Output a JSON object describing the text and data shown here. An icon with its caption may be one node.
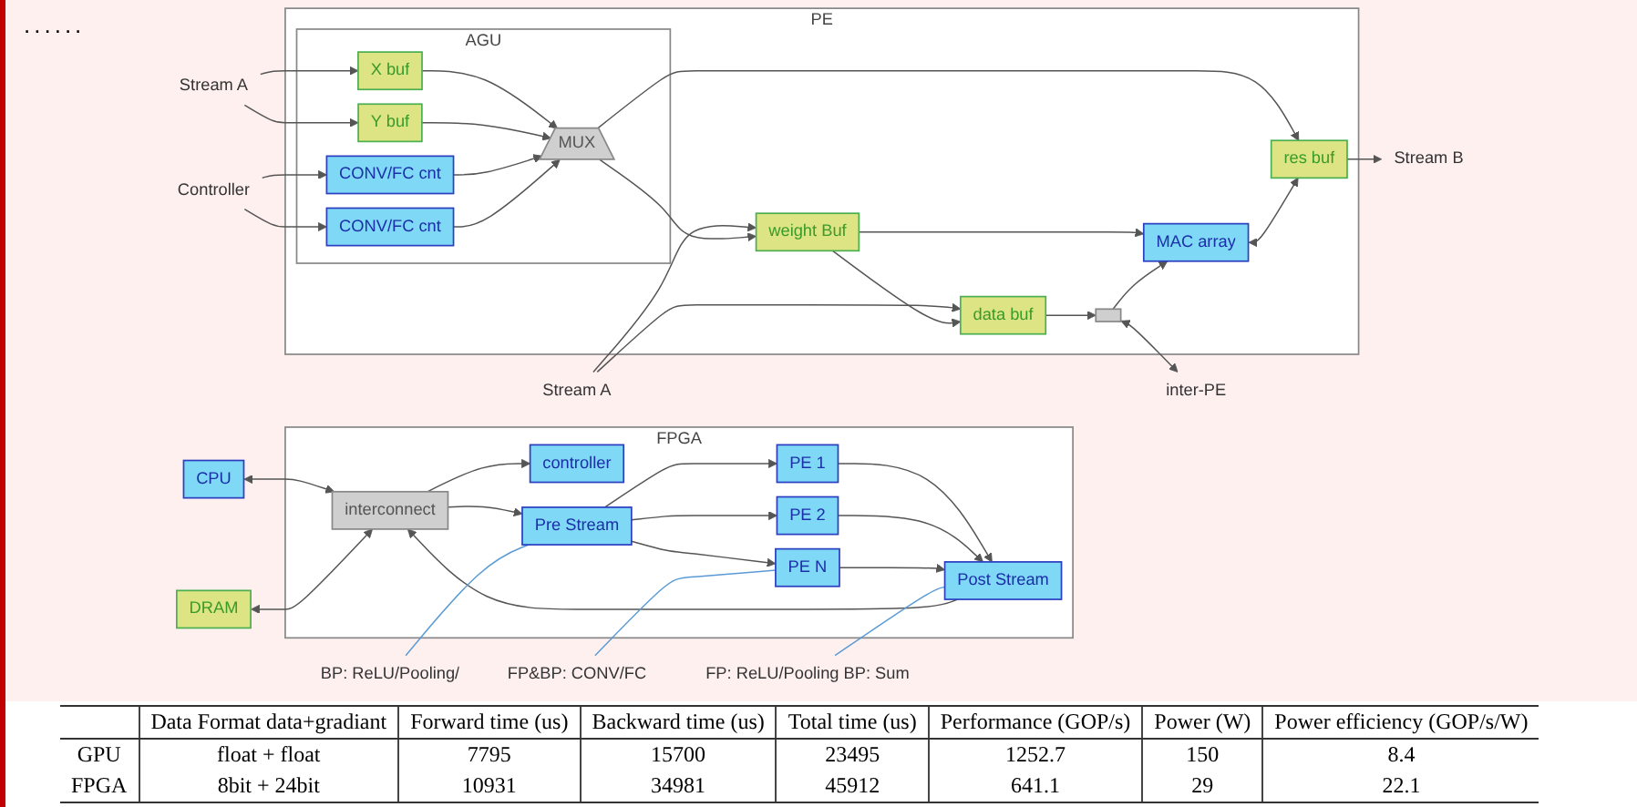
{
  "diagram": {
    "nodes": [
      {
        "text": [
          "CPU"
        ]
      },
      {
        "text": [
          "DRAM"
        ]
      },
      {
        "text": [
          "FPGA"
        ]
      },
      {
        "text": [
          "interconnect"
        ],
        "in": 2
      },
      {
        "text": [
          "controller"
        ],
        "in": 2
      },
      {
        "text": [
          "Pre Stream"
        ],
        "in": 2
      },
      {
        "text": [
          "Post Stream"
        ],
        "in": 2
      },
      {
        "text": [
          "PE 1"
        ],
        "in": 2
      },
      {
        "text": [
          "PE 2"
        ],
        "in": 2
      },
      {
        "text": [
          "PE N"
        ],
        "in": 2
      },
      {
        "text": [
          "BP: ReLU/Pooling/"
        ]
      },
      {
        "text": [
          "FP: ReLU/Pooling BP: Sum"
        ]
      },
      {
        "text": [
          "FP&BP: CONV/FC"
        ]
      },
      {
        "text": [
          "Stream A"
        ]
      },
      {
        "text": [
          "PE"
        ]
      },
      {
        "text": [
          "AGU"
        ],
        "in": 14
      },
      {
        "text": [
          "X buf"
        ],
        "in": 15
      },
      {
        "text": [
          "Y buf"
        ],
        "in": 15
      },
      {
        "text": [
          "CONV/FC cnt"
        ],
        "in": 15
      },
      {
        "text": [
          "CONV/FC cnt"
        ],
        "in": 15
      },
      {
        "text": [
          "MUX"
        ],
        "in": 15
      },
      {
        "text": [
          "weight Buf"
        ],
        "in": 14
      },
      {
        "text": [
          "data buf"
        ],
        "in": 14
      },
      {
        "text": [],
        "shape": "box",
        "in": 14
      },
      {
        "text": [
          "MAC array"
        ],
        "in": 14
      },
      {
        "text": [
          "res buf"
        ],
        "in": 14
      },
      {
        "text": [
          "Stream A"
        ]
      },
      {
        "text": [
          "Controller"
        ]
      },
      {
        "text": [
          "inter-PE"
        ]
      },
      {
        "text": [
          "Stream B"
        ]
      }
    ],
    "edges": [
      {
        "from": 0,
        "to": 3,
        "arrow": "both"
      },
      {
        "from": 1,
        "to": 3,
        "arrow": "both"
      },
      {
        "from": 3,
        "to": 4,
        "arrow": "to"
      },
      {
        "from": 3,
        "to": 5,
        "arrow": "to"
      },
      {
        "from": 6,
        "to": 3,
        "arrow": "to"
      },
      {
        "from": 5,
        "to": 7,
        "arrow": "to"
      },
      {
        "from": 5,
        "to": 8,
        "arrow": "to"
      },
      {
        "from": 5,
        "to": 9,
        "arrow": "to"
      },
      {
        "from": 7,
        "to": 6,
        "arrow": "to"
      },
      {
        "from": 8,
        "to": 6,
        "arrow": "to"
      },
      {
        "from": 9,
        "to": 6,
        "arrow": "to"
      },
      {
        "from": 10,
        "to": 5,
        "arrow": "none",
        "color": "#5b9bd5"
      },
      {
        "from": 11,
        "to": 6,
        "arrow": "none",
        "color": "#5b9bd5"
      },
      {
        "from": 12,
        "to": 9,
        "arrow": "none",
        "color": "#5b9bd5"
      },
      {
        "from": 13,
        "to": 21,
        "arrow": "to"
      },
      {
        "from": 13,
        "to": 22,
        "arrow": "to"
      },
      {
        "from": 26,
        "to": 16,
        "arrow": "to"
      },
      {
        "from": 26,
        "to": 17,
        "arrow": "to"
      },
      {
        "from": 27,
        "to": 18,
        "arrow": "to"
      },
      {
        "from": 27,
        "to": 19,
        "arrow": "to"
      },
      {
        "from": 16,
        "to": 20,
        "arrow": "to"
      },
      {
        "from": 17,
        "to": 20,
        "arrow": "to"
      },
      {
        "from": 18,
        "to": 20,
        "arrow": "to"
      },
      {
        "from": 19,
        "to": 20,
        "arrow": "to"
      },
      {
        "from": 20,
        "to": 21,
        "arrow": "to"
      },
      {
        "from": 20,
        "to": 25,
        "arrow": "to"
      },
      {
        "from": 21,
        "to": 22,
        "arrow": "to"
      },
      {
        "from": 21,
        "to": 24,
        "arrow": "to"
      },
      {
        "from": 22,
        "to": 23,
        "arrow": "to"
      },
      {
        "from": 23,
        "to": 24,
        "arrow": "to"
      },
      {
        "from": 23,
        "to": 28,
        "arrow": "both"
      },
      {
        "from": 24,
        "to": 25,
        "arrow": "both"
      },
      {
        "from": 25,
        "to": 29,
        "arrow": "to"
      }
    ],
    "labels": [
      "......",
      "Data Format data+gradiant",
      "Forward time (us)",
      "Backward time (us)",
      "Total time (us)",
      "Performance (GOP/s)",
      "Power (W)",
      "Power efficiency (GOP/s/W)",
      "GPU",
      "float + float",
      "7795",
      "15700",
      "23495",
      "1252.7",
      "150",
      "8.4",
      "FPGA",
      "8bit + 24bit",
      "10931",
      "34981",
      "45912",
      "641.1",
      "29",
      "22.1"
    ]
  }
}
